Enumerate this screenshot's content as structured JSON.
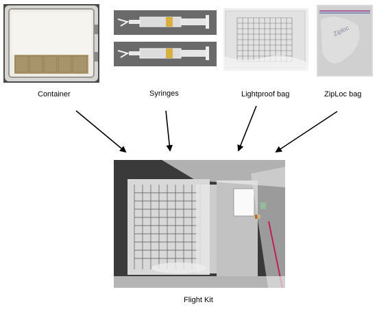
{
  "items": [
    {
      "key": "container",
      "label": "Container"
    },
    {
      "key": "syringes",
      "label": "Syringes"
    },
    {
      "key": "lightproof",
      "label": "Lightproof bag"
    },
    {
      "key": "ziploc",
      "label": "ZipLoc bag"
    }
  ],
  "result": {
    "label": "Flight Kit"
  },
  "photo_text": {
    "ziploc_brand": "Ziploc"
  }
}
